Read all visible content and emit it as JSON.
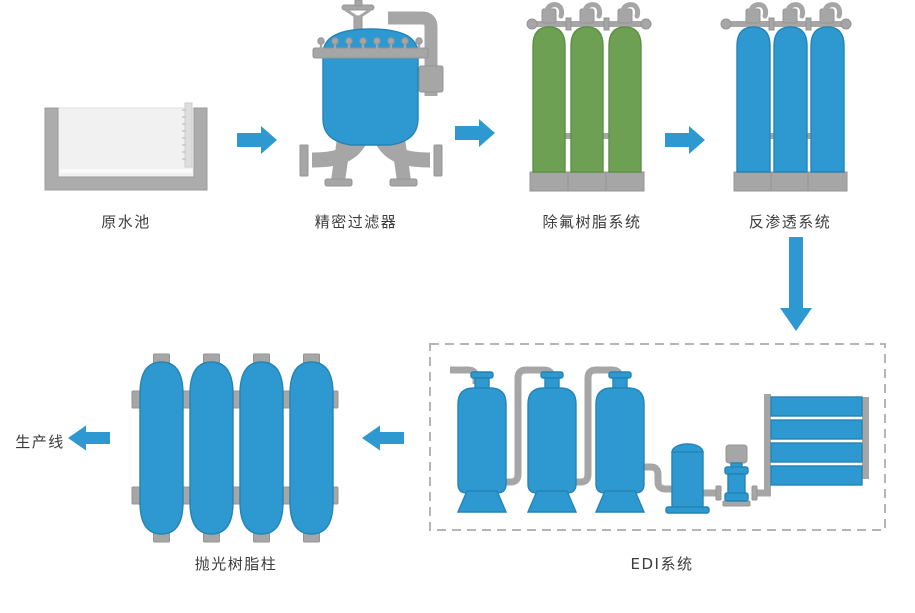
{
  "colors": {
    "c-blue": "#2e99d1",
    "c-blue-dark": "#2484b6",
    "c-green": "#6da053",
    "c-green-dark": "#5d8f46",
    "c-gray": "#a6a6a6",
    "c-gray-dark": "#949494",
    "c-pool-wall": "#acacac",
    "c-pool-inner": "#f1f1f1",
    "c-dash": "#b5b5b5",
    "c-label": "#3c3c3c",
    "c-bg": "#ffffff"
  },
  "diagram": {
    "stages": [
      {
        "id": "raw-water-pool",
        "label": "原水池"
      },
      {
        "id": "precision-filter",
        "label": "精密过滤器"
      },
      {
        "id": "fluoride-resin-system",
        "label": "除氟树脂系统"
      },
      {
        "id": "reverse-osmosis-system",
        "label": "反渗透系统"
      },
      {
        "id": "edi-system",
        "label": "EDI系统"
      },
      {
        "id": "polishing-resin-column",
        "label": "抛光树脂柱"
      },
      {
        "id": "production-line",
        "label": "生产线"
      }
    ],
    "flow_order": [
      "原水池",
      "精密过滤器",
      "除氟树脂系统",
      "反渗透系统",
      "EDI系统",
      "抛光树脂柱",
      "生产线"
    ],
    "connections": [
      {
        "from": "原水池",
        "to": "精密过滤器",
        "direction": "right"
      },
      {
        "from": "精密过滤器",
        "to": "除氟树脂系统",
        "direction": "right"
      },
      {
        "from": "除氟树脂系统",
        "to": "反渗透系统",
        "direction": "right"
      },
      {
        "from": "反渗透系统",
        "to": "EDI系统",
        "direction": "down"
      },
      {
        "from": "EDI系统",
        "to": "抛光树脂柱",
        "direction": "left"
      },
      {
        "from": "抛光树脂柱",
        "to": "生产线",
        "direction": "left"
      }
    ]
  }
}
